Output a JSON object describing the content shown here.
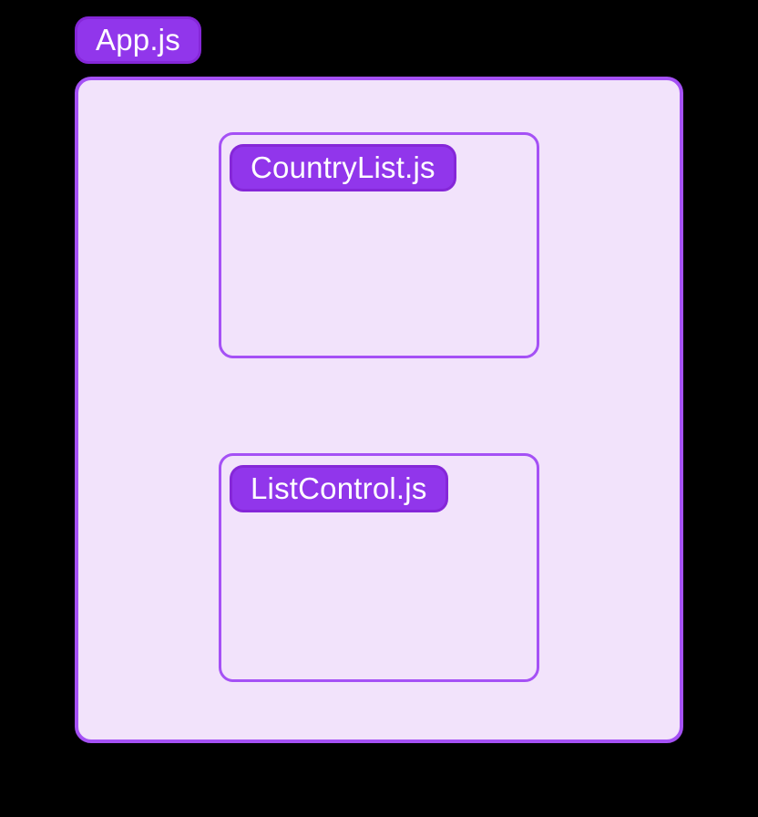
{
  "diagram": {
    "type": "component-hierarchy",
    "root": {
      "label": "App.js"
    },
    "children": [
      {
        "label": "CountryList.js"
      },
      {
        "label": "ListControl.js"
      }
    ]
  },
  "colors": {
    "background": "#000000",
    "container_fill": "#f2e3fb",
    "container_border": "#a551f5",
    "label_fill": "#9136eb",
    "label_border": "#8527d8",
    "label_text": "#ffffff"
  }
}
